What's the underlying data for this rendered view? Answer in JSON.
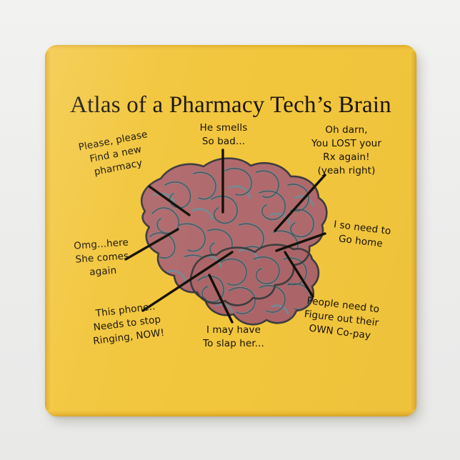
{
  "product": {
    "type": "square-refrigerator-magnet",
    "background_color": "#efefed",
    "card_color": "#f2c63c",
    "ink_color": "#151109",
    "brain_fill": "#b06a6d",
    "brain_outline": "#3d3c3f",
    "brain_sulci": "#7b8790"
  },
  "title": "Atlas of a Pharmacy Tech’s Brain",
  "annotations": [
    {
      "id": "find-a-new-pharmacy",
      "lines": [
        "Please, please",
        "Find a new",
        "pharmacy"
      ],
      "rotation_deg": -11,
      "align": "center"
    },
    {
      "id": "he-smells-so-bad",
      "lines": [
        "He smells",
        "So bad..."
      ],
      "rotation_deg": 0,
      "align": "center"
    },
    {
      "id": "oh-darn-lost-rx",
      "lines": [
        "Oh darn,",
        "You LOST your",
        "Rx again!",
        "(yeah right)"
      ],
      "rotation_deg": 0,
      "align": "center"
    },
    {
      "id": "omg-here-she-comes",
      "lines": [
        "Omg...here",
        "She comes",
        "again"
      ],
      "rotation_deg": -4,
      "align": "center"
    },
    {
      "id": "i-so-need-to-go-home",
      "lines": [
        "I so need to",
        "Go home"
      ],
      "rotation_deg": 7,
      "align": "center"
    },
    {
      "id": "this-phone-needs-to-stop-ringing",
      "lines": [
        "This phone..",
        "Needs to stop",
        "Ringing, NOW!"
      ],
      "rotation_deg": -7,
      "align": "center"
    },
    {
      "id": "i-may-have-to-slap-her",
      "lines": [
        "I may have",
        "To slap her..."
      ],
      "rotation_deg": 0,
      "align": "center"
    },
    {
      "id": "people-figure-out-own-copay",
      "lines": [
        "People need to",
        "Figure out their",
        "OWN Co-pay"
      ],
      "rotation_deg": 7,
      "align": "center"
    }
  ]
}
